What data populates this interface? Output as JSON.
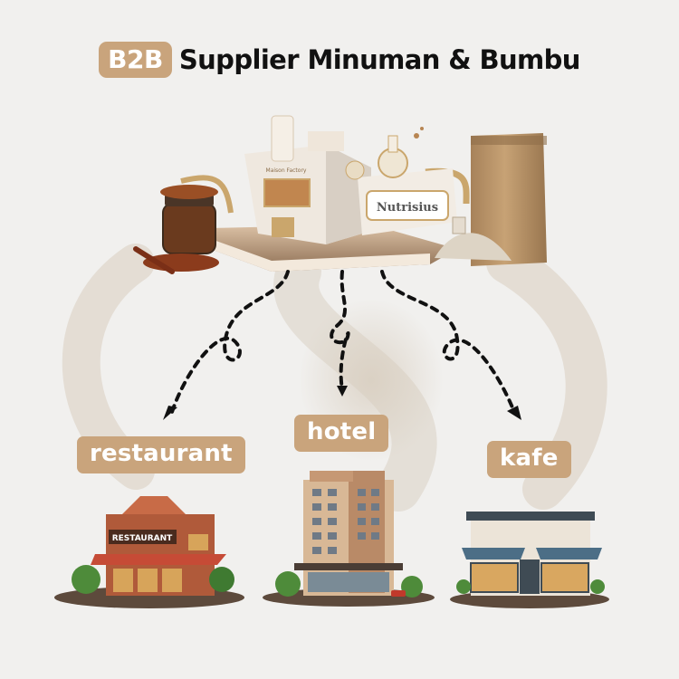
{
  "header": {
    "badge": "B2B",
    "title": "Supplier Minuman & Bumbu"
  },
  "factory": {
    "sign_left": "Maison Factory",
    "sign_brand": "Nutrisius"
  },
  "destinations": [
    {
      "label": "restaurant"
    },
    {
      "label": "hotel"
    },
    {
      "label": "kafe"
    }
  ],
  "restaurant_sign": "RESTAURANT",
  "colors": {
    "accent": "#c9a47c",
    "background": "#f1f0ee",
    "title_text": "#111111"
  }
}
